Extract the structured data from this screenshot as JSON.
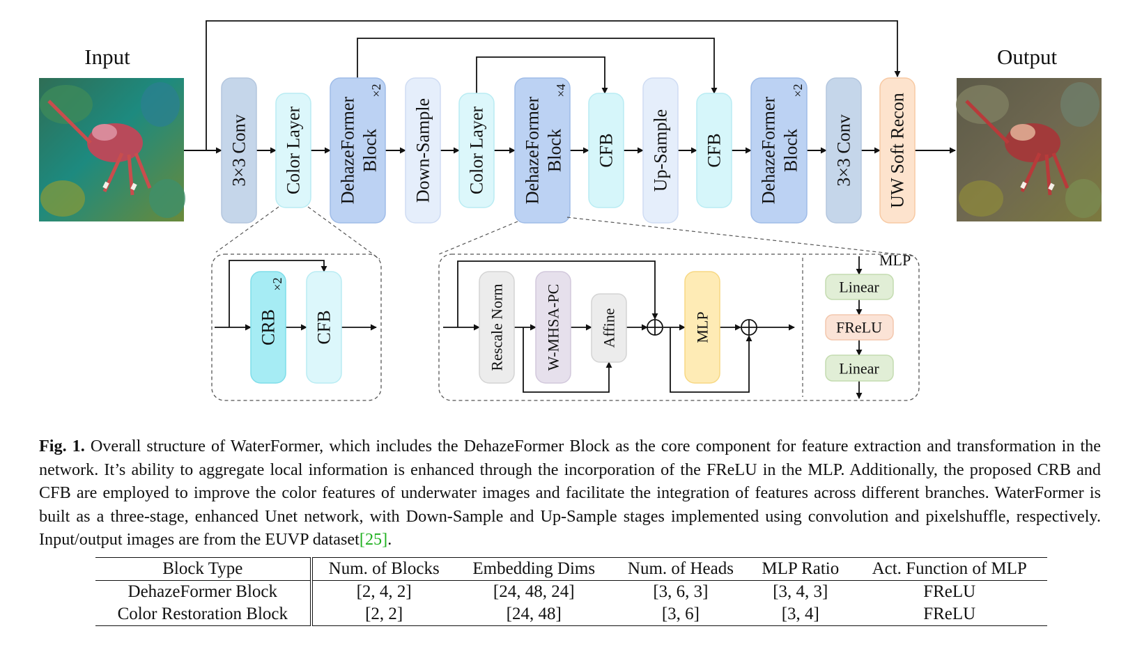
{
  "diagram": {
    "input_label": "Input",
    "output_label": "Output",
    "blocks": {
      "conv1": "3×3 Conv",
      "color1": "Color Layer",
      "dehaze1_a": "DehazeFormer",
      "dehaze1_b": "Block",
      "dehaze1_mult": "×2",
      "down": "Down-Sample",
      "color2": "Color Layer",
      "dehaze2_a": "DehazeFormer",
      "dehaze2_b": "Block",
      "dehaze2_mult": "×4",
      "cfb1": "CFB",
      "up": "Up-Sample",
      "cfb2": "CFB",
      "dehaze3_a": "DehazeFormer",
      "dehaze3_b": "Block",
      "dehaze3_mult": "×2",
      "conv2": "3×3 Conv",
      "recon": "UW Soft Recon"
    },
    "color_layer_detail": {
      "crb": "CRB",
      "crb_mult": "×2",
      "cfb": "CFB"
    },
    "dehaze_detail": {
      "rescale": "Rescale Norm",
      "wmhsa": "W-MHSA-PC",
      "affine": "Affine",
      "mlp": "MLP"
    },
    "mlp_detail": {
      "title": "MLP",
      "linear1": "Linear",
      "frelu": "FReLU",
      "linear2": "Linear"
    },
    "colors": {
      "conv": "#c5d6ea",
      "color_layer": "#dcf7fb",
      "dehaze": "#bcd2f3",
      "sample": "#e5eefb",
      "cfb": "#d6f6fa",
      "recon": "#fde3cd",
      "crb": "#a6ecf4",
      "grey": "#ececec",
      "wmhsa": "#e6e0ec",
      "mlp": "#feebb5",
      "linear": "#e1eed6",
      "frelu": "#fbe3d6"
    }
  },
  "caption": {
    "fig_label": "Fig. 1.",
    "text": " Overall structure of WaterFormer, which includes the DehazeFormer Block as the core component for feature extraction and transformation in the network. It’s ability to aggregate local information is enhanced through the incorporation of the FReLU in the MLP. Additionally, the proposed CRB and CFB are employed to improve the color features of underwater images and facilitate the integration of features across different branches. WaterFormer is built as a three-stage, enhanced Unet network, with Down-Sample and Up-Sample stages implemented using convolution and pixelshuffle, respectively. Input/output images are from the EUVP dataset",
    "cite": "[25]",
    "end": "."
  },
  "table": {
    "headers": [
      "Block Type",
      "Num. of Blocks",
      "Embedding Dims",
      "Num. of Heads",
      "MLP Ratio",
      "Act. Function of MLP"
    ],
    "rows": [
      [
        "DehazeFormer Block",
        "[2, 4, 2]",
        "[24, 48, 24]",
        "[3, 6, 3]",
        "[3, 4, 3]",
        "FReLU"
      ],
      [
        "Color Restoration Block",
        "[2, 2]",
        "[24, 48]",
        "[3, 6]",
        "[3, 4]",
        "FReLU"
      ]
    ]
  }
}
